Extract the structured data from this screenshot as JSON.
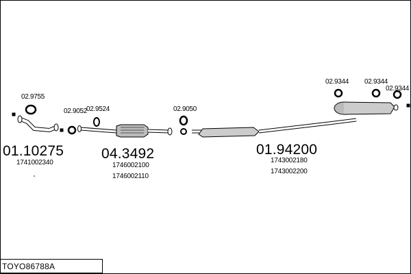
{
  "title_code": "TOYO86788A",
  "clamps": [
    {
      "id": "c1",
      "code": "02.9755"
    },
    {
      "id": "c2",
      "code": "02.9052"
    },
    {
      "id": "c3",
      "code": "02.9524"
    },
    {
      "id": "c4",
      "code": "02.9050"
    },
    {
      "id": "c5",
      "code": "02.9344"
    },
    {
      "id": "c6",
      "code": "02.9344"
    },
    {
      "id": "c7",
      "code": "02.9344"
    }
  ],
  "parts": [
    {
      "id": "front-pipe",
      "number": "01.10275",
      "sub": [
        "1741002340"
      ]
    },
    {
      "id": "catalyst",
      "number": "04.3492",
      "sub": [
        "1746002100",
        "1746002110"
      ]
    },
    {
      "id": "muffler",
      "number": "01.94200",
      "sub": [
        "1743002180",
        "1743002200"
      ]
    }
  ]
}
